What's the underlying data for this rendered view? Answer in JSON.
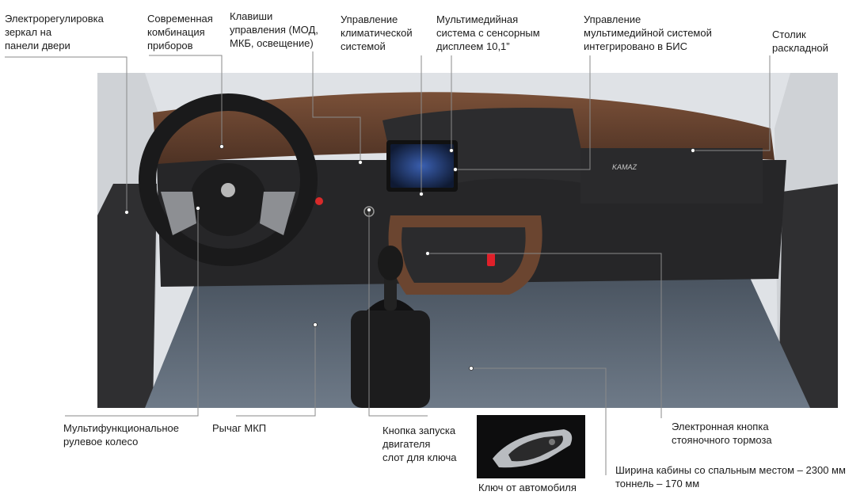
{
  "labels": {
    "mirrors": "Электрорегулировка\nзеркал на\nпанели двери",
    "instrument_cluster": "Современная\nкомбинация\nприборов",
    "control_keys": "Клавиши\nуправления (МОД,\nМКБ, освещение)",
    "climate": "Управление\nклиматической\nсистемой",
    "multimedia": "Мультимедийная\nсистема с сенсорным\nдисплеем 10,1”",
    "multimedia_bis": "Управление\nмультимедийной системой\nинтегрировано в БИС",
    "folding_table": "Столик\nраскладной",
    "steering_wheel": "Мультифункциональное\nрулевое колесо",
    "gear_lever": "Рычаг МКП",
    "engine_start": "Кнопка запуска\nдвигателя\nслот для ключа",
    "parking_brake": "Электронная кнопка\nстояночного тормоза",
    "cabin_width": "Ширина кабины со спальным местом – 2300 мм\nтоннель – 170 мм",
    "car_key": "Ключ от автомобиля"
  },
  "brand": {
    "dashboard_logo": "KAMAZ"
  },
  "colors": {
    "leader_line": "#8a8a8a",
    "dashboard_brown": "#6b4530",
    "dashboard_dark": "#2b2b2d",
    "carpet": "#5a6573",
    "parking_brake_button": "#e0202a"
  }
}
